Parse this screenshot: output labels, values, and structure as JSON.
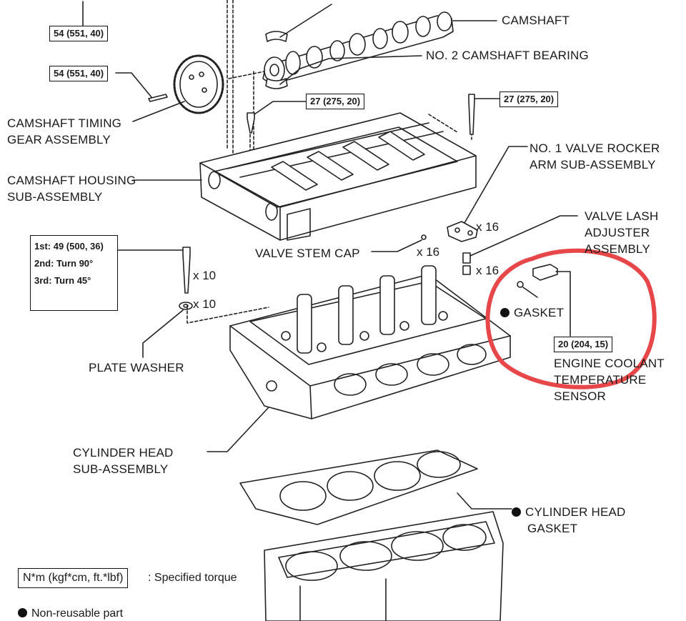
{
  "labels": {
    "camshaft": "CAMSHAFT",
    "no2_bearing": "NO. 2 CAMSHAFT BEARING",
    "timing_gear_1": "CAMSHAFT TIMING",
    "timing_gear_2": "GEAR ASSEMBLY",
    "housing_1": "CAMSHAFT HOUSING",
    "housing_2": "SUB-ASSEMBLY",
    "rocker_1": "NO. 1 VALVE ROCKER",
    "rocker_2": "ARM SUB-ASSEMBLY",
    "lash_1": "VALVE LASH",
    "lash_2": "ADJUSTER",
    "lash_3": "ASSEMBLY",
    "stem_cap": "VALVE STEM CAP",
    "gasket": "GASKET",
    "plate_washer": "PLATE WASHER",
    "coolant_1": "ENGINE COOLANT",
    "coolant_2": "TEMPERATURE",
    "coolant_3": "SENSOR",
    "cyl_head_1": "CYLINDER HEAD",
    "cyl_head_2": "SUB-ASSEMBLY",
    "head_gasket_1": "CYLINDER HEAD",
    "head_gasket_2": "GASKET"
  },
  "torque_specs": {
    "top": "54 (551, 40)",
    "timing_bolt": "54 (551, 40)",
    "housing_bolt_left": "27 (275, 20)",
    "housing_bolt_right": "27 (275, 20)",
    "coolant_sensor": "20 (204, 15)"
  },
  "head_bolt_steps": {
    "step1": "1st: 49 (500, 36)",
    "step2": "2nd: Turn 90°",
    "step3": "3rd: Turn 45°"
  },
  "quantities": {
    "rocker_arm": "x 16",
    "stem_cap": "x 16",
    "lash_adjuster": "x 16",
    "head_bolt": "x 10",
    "plate_washer": "x 10"
  },
  "legend": {
    "torque_box": "N*m (kgf*cm, ft.*lbf)",
    "torque_text": ": Specified torque",
    "nonreusable": "Non-reusable part"
  },
  "colors": {
    "ink": "#1a1a1a",
    "highlight": "#e8474a"
  }
}
